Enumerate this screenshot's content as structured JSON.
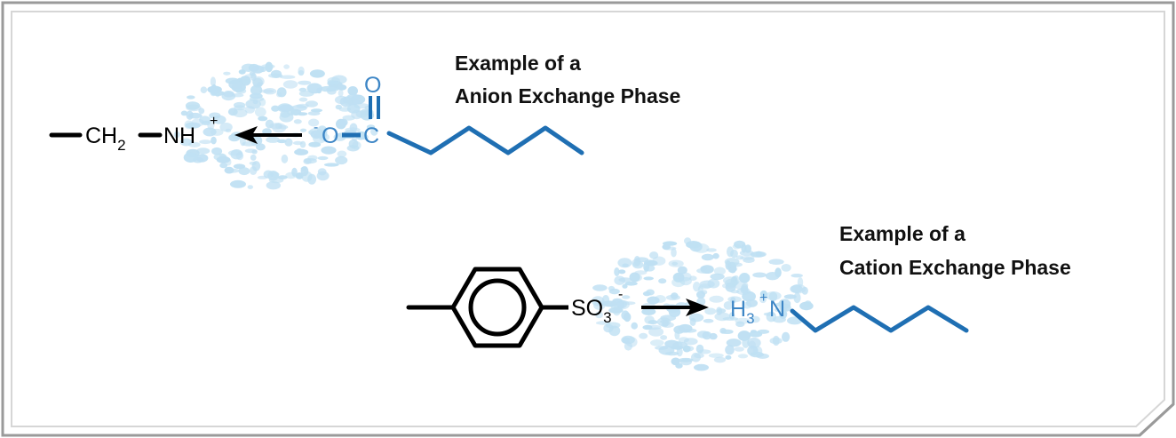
{
  "colors": {
    "frame": "#9a9a9a",
    "frame_light": "#d6d6d6",
    "bond_black": "#000000",
    "analyte_blue": "#1f6fb3",
    "analyte_text_blue": "#3d86c6",
    "cloud": "#bfe0f3"
  },
  "anion": {
    "heading_line1": "Example of a",
    "heading_line2": "Anion Exchange Phase",
    "ch": "CH",
    "ch_sub": "2",
    "nh": "NH",
    "nh_sup": "+",
    "o_minus_sup": "-",
    "o_single": "O",
    "carbon": "C",
    "o_double": "O"
  },
  "cation": {
    "heading_line1": "Example of a",
    "heading_line2": "Cation Exchange Phase",
    "so": "SO",
    "so_sub": "3",
    "so_sup": "-",
    "h": "H",
    "h_sub": "3",
    "h_sup": "+",
    "n": "N"
  }
}
